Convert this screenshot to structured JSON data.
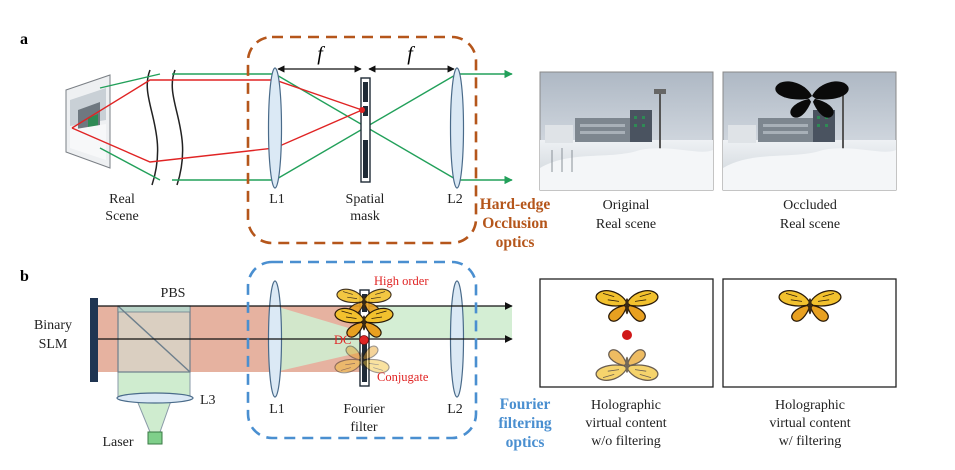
{
  "panel_a": {
    "letter": "a",
    "focal_left": "f",
    "focal_right": "f",
    "real_scene": [
      "Real",
      "Scene"
    ],
    "l1": "L1",
    "spatial_mask": [
      "Spatial",
      "mask"
    ],
    "l2": "L2",
    "optics_label": [
      "Hard-edge",
      "Occlusion",
      "optics"
    ],
    "original_caption": [
      "Original",
      "Real scene"
    ],
    "occluded_caption": [
      "Occluded",
      "Real scene"
    ]
  },
  "panel_b": {
    "letter": "b",
    "binary_slm": [
      "Binary",
      "SLM"
    ],
    "pbs": "PBS",
    "l3": "L3",
    "laser": "Laser",
    "l1": "L1",
    "fourier_filter": [
      "Fourier",
      "filter"
    ],
    "l2": "L2",
    "high_order": "High order",
    "dc": "DC",
    "conjugate": "Conjugate",
    "optics_label": [
      "Fourier",
      "filtering",
      "optics"
    ],
    "without_caption": [
      "Holographic",
      "virtual content",
      "w/o filtering"
    ],
    "with_caption": [
      "Holographic",
      "virtual content",
      "w/ filtering"
    ]
  },
  "colors": {
    "ray_green": "#22a05a",
    "ray_red": "#e02424",
    "occlusion_box": "#b5561b",
    "filter_box": "#4a8fd0",
    "lens_fill": "#dbe9f5",
    "beam_green": "#cfeccf",
    "beam_salmon": "#e2a48f",
    "slm_navy": "#1f3552",
    "butterfly_yellow": "#f2c12e"
  }
}
